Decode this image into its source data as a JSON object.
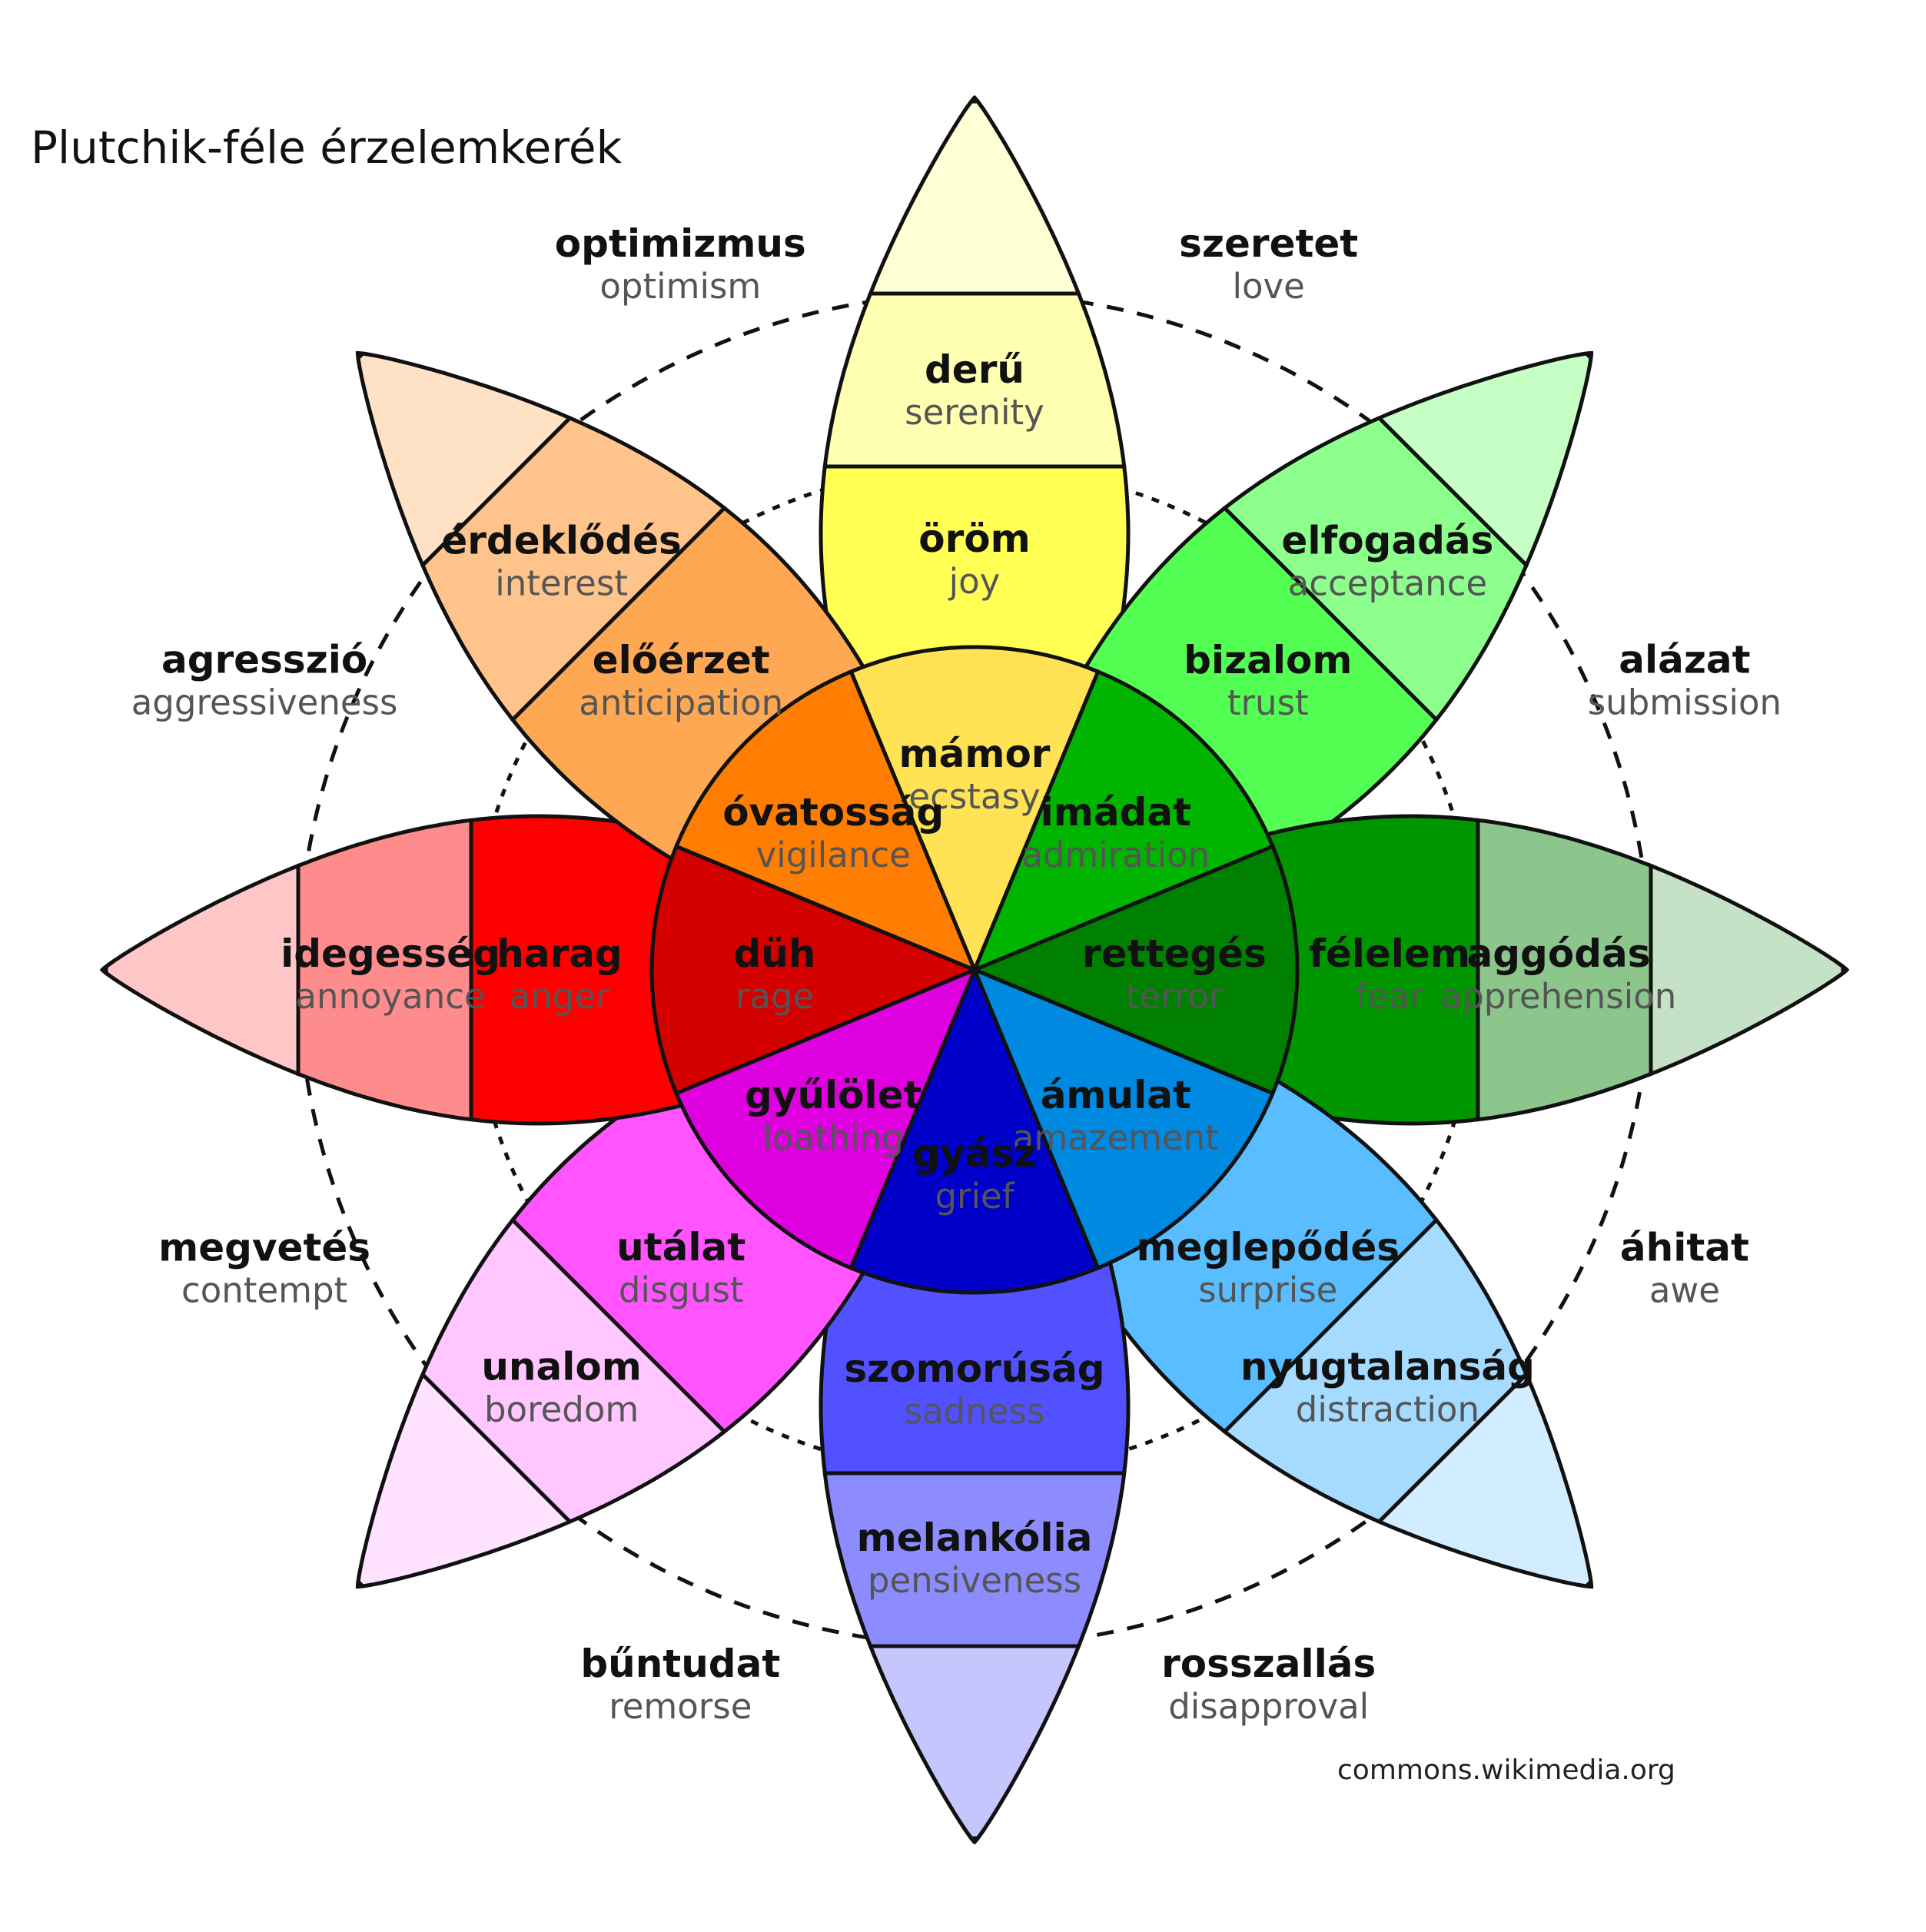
{
  "title": "Plutchik-féle érzelemkerék",
  "credit": "commons.wikimedia.org",
  "petals": [
    {
      "id": "joy",
      "inner": {
        "hu": "mámor",
        "en": "ecstasy",
        "color": "#ffe354"
      },
      "middle": {
        "hu": "öröm",
        "en": "joy",
        "color": "#ffff54"
      },
      "outer": {
        "hu": "derű",
        "en": "serenity",
        "color": "#ffffb1"
      },
      "tip_color": "#ffffd6"
    },
    {
      "id": "trust",
      "inner": {
        "hu": "imádat",
        "en": "admiration",
        "color": "#00b400"
      },
      "middle": {
        "hu": "bizalom",
        "en": "trust",
        "color": "#54ff54"
      },
      "outer": {
        "hu": "elfogadás",
        "en": "acceptance",
        "color": "#8cff8c"
      },
      "tip_color": "#c6ffc6"
    },
    {
      "id": "fear",
      "inner": {
        "hu": "rettegés",
        "en": "terror",
        "color": "#008000"
      },
      "middle": {
        "hu": "félelem",
        "en": "fear",
        "color": "#009600"
      },
      "outer": {
        "hu": "aggódás",
        "en": "apprehension",
        "color": "#8cc68c"
      },
      "tip_color": "#c6e2c6"
    },
    {
      "id": "surprise",
      "inner": {
        "hu": "ámulat",
        "en": "amazement",
        "color": "#0089e0"
      },
      "middle": {
        "hu": "meglepődés",
        "en": "surprise",
        "color": "#59bdff"
      },
      "outer": {
        "hu": "nyugtalanság",
        "en": "distraction",
        "color": "#a5dbff"
      },
      "tip_color": "#d2edff"
    },
    {
      "id": "sadness",
      "inner": {
        "hu": "gyász",
        "en": "grief",
        "color": "#0000c8"
      },
      "middle": {
        "hu": "szomorúság",
        "en": "sadness",
        "color": "#5151ff"
      },
      "outer": {
        "hu": "melankólia",
        "en": "pensiveness",
        "color": "#8c8cff"
      },
      "tip_color": "#c6c6ff"
    },
    {
      "id": "disgust",
      "inner": {
        "hu": "gyűlölet",
        "en": "loathing",
        "color": "#de00de"
      },
      "middle": {
        "hu": "utálat",
        "en": "disgust",
        "color": "#ff54ff"
      },
      "outer": {
        "hu": "unalom",
        "en": "boredom",
        "color": "#ffc6ff"
      },
      "tip_color": "#ffe2ff"
    },
    {
      "id": "anger",
      "inner": {
        "hu": "düh",
        "en": "rage",
        "color": "#d40000"
      },
      "middle": {
        "hu": "harag",
        "en": "anger",
        "color": "#ff0000"
      },
      "outer": {
        "hu": "idegesség",
        "en": "annoyance",
        "color": "#ff8c8c"
      },
      "tip_color": "#ffc6c6"
    },
    {
      "id": "anticipation",
      "inner": {
        "hu": "óvatosság",
        "en": "vigilance",
        "color": "#ff7d00"
      },
      "middle": {
        "hu": "előérzet",
        "en": "anticipation",
        "color": "#ffa854"
      },
      "outer": {
        "hu": "érdeklődés",
        "en": "interest",
        "color": "#ffc48c"
      },
      "tip_color": "#ffe2c6"
    }
  ],
  "dyads": [
    {
      "hu": "szeretet",
      "en": "love"
    },
    {
      "hu": "alázat",
      "en": "submission"
    },
    {
      "hu": "áhitat",
      "en": "awe"
    },
    {
      "hu": "rosszallás",
      "en": "disapproval"
    },
    {
      "hu": "bűntudat",
      "en": "remorse"
    },
    {
      "hu": "megvetés",
      "en": "contempt"
    },
    {
      "hu": "agresszió",
      "en": "aggressiveness"
    },
    {
      "hu": "optimizmus",
      "en": "optimism"
    }
  ]
}
